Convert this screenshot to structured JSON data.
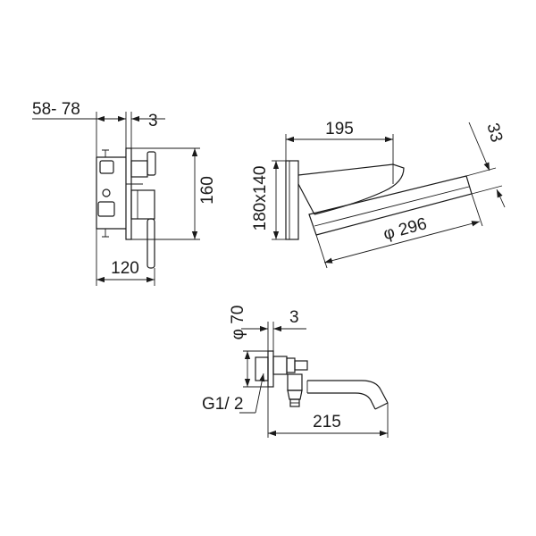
{
  "drawing": {
    "mixer_view": {
      "depth_label": "58- 78",
      "offset_label": "3",
      "height_label": "160",
      "width_label": "120"
    },
    "shower_view": {
      "projection_label": "195",
      "thickness_label": "33",
      "plate_label": "180x140",
      "diameter_label": "φ 296"
    },
    "spout_view": {
      "flange_label": "φ 70",
      "offset_label": "3",
      "thread_label": "G1/ 2",
      "length_label": "215"
    }
  }
}
